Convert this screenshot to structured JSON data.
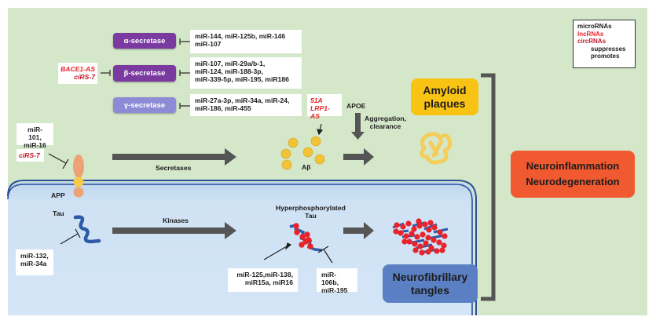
{
  "secretases": {
    "alpha": {
      "label": "α-secretase",
      "color": "#7b3aa0",
      "mirnas": [
        "miR-144, miR-125b, miR-146",
        "miR-107"
      ]
    },
    "beta": {
      "label": "β-secretase",
      "color": "#7b3aa0",
      "mirnas": [
        "miR-107, miR-29a/b-1,",
        "miR-124, miR-188-3p,",
        "miR-339-5p, miR-195, miR186"
      ]
    },
    "gamma": {
      "label": "γ-secretase",
      "color": "#8d8ad6",
      "mirnas": [
        "miR-27a-3p, miR-34a, miR-24,",
        "miR-186, miR-455"
      ]
    }
  },
  "beta_lncrnas": [
    "BACE1-AS",
    "ciRS-7"
  ],
  "app_regulators": {
    "mirnas": [
      "miR-101,",
      "miR-16"
    ],
    "circrna": "ciRS-7"
  },
  "labels": {
    "secretases": "Secretases",
    "app": "APP",
    "abeta": "Aβ",
    "apoe": "APOE",
    "aggregation": [
      "Aggregation,",
      "clearance"
    ],
    "tau": "Tau",
    "kinases": "Kinases",
    "hyper_tau": [
      "Hyperphosphorylated",
      "Tau"
    ]
  },
  "abeta_lncrnas": [
    "51A",
    "LRP1-AS"
  ],
  "amyloid_plaques": {
    "lines": [
      "Amyloid",
      "plaques"
    ],
    "color": "#f9c313"
  },
  "neurofibrillary_tangles": {
    "lines": [
      "Neurofibrillary",
      "tangles"
    ],
    "color": "#5a7fc2"
  },
  "outcome": {
    "lines": [
      "Neuroinflammation",
      "Neurodegeneration"
    ],
    "color": "#f15a30"
  },
  "tau_regulators": [
    "miR-132,",
    "miR-34a"
  ],
  "hyper_tau_promoters": [
    "miR-125,miR-138,",
    "miR15a, miR16"
  ],
  "hyper_tau_suppressors": [
    "miR-106b,",
    "miR-195"
  ],
  "legend": {
    "items": [
      {
        "label": "microRNAs",
        "color": "#1c1c1c"
      },
      {
        "label": "lncRNAs",
        "color": "#e8242a"
      },
      {
        "label": "circRNAs",
        "color": "#c0182a"
      }
    ],
    "suppresses": "suppresses",
    "promotes": "promotes"
  }
}
